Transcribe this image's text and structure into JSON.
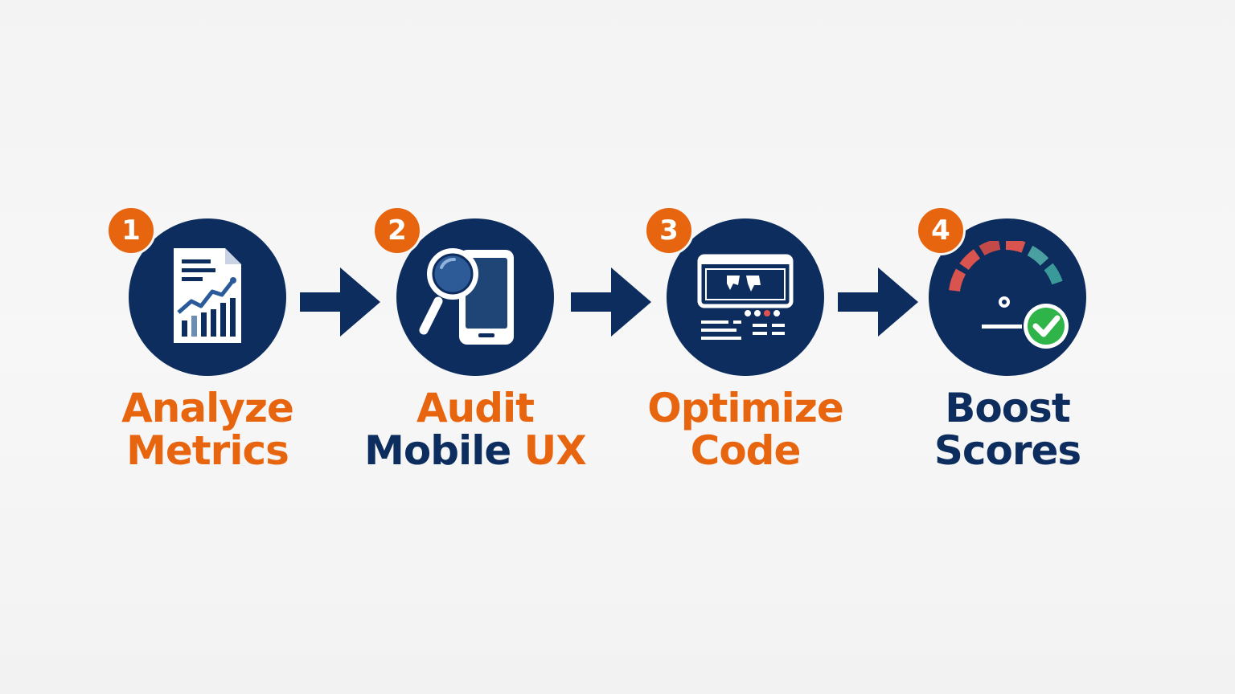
{
  "colors": {
    "accent": "#e8650f",
    "navy": "#0d2d5e",
    "background": "#f4f4f4",
    "check_green": "#2fb44a"
  },
  "steps": [
    {
      "number": "1",
      "icon": "report-chart-icon",
      "label_line1": "Analyze",
      "label_line2": "Metrics"
    },
    {
      "number": "2",
      "icon": "magnifier-phone-icon",
      "label_line1": "Audit",
      "label_line2a": "Mobile",
      "label_line2b": "UX"
    },
    {
      "number": "3",
      "icon": "code-window-icon",
      "label_line1": "Optimize",
      "label_line2": "Code"
    },
    {
      "number": "4",
      "icon": "speedometer-check-icon",
      "label_line1": "Boost",
      "label_line2": "Scores"
    }
  ],
  "connectors": [
    "arrow-right-icon",
    "arrow-right-icon",
    "arrow-right-icon"
  ]
}
